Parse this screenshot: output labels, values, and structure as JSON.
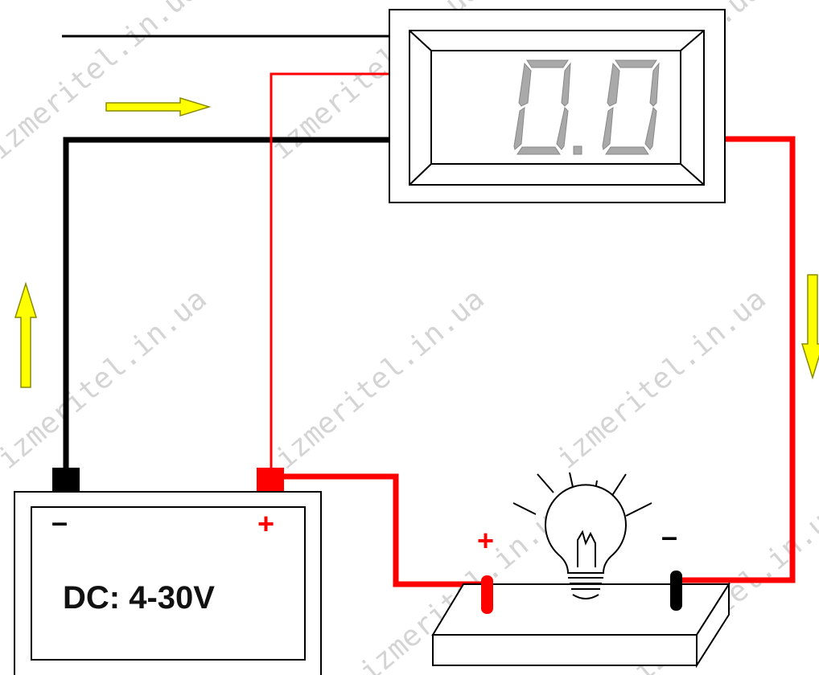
{
  "watermark": "izmeritel.in.ua",
  "display": {
    "reading": "0.0"
  },
  "power_supply": {
    "label": "DC: 4-30V",
    "minus": "–",
    "plus": "+"
  },
  "lamp": {
    "plus": "+",
    "minus": "–"
  },
  "colors": {
    "positive_wire": "#ff0000",
    "negative_wire": "#000000",
    "arrow_fill": "#ffff00",
    "arrow_stroke": "#8a8a00",
    "segment": "#a9a9a9",
    "watermark": "#d4d4d4"
  }
}
